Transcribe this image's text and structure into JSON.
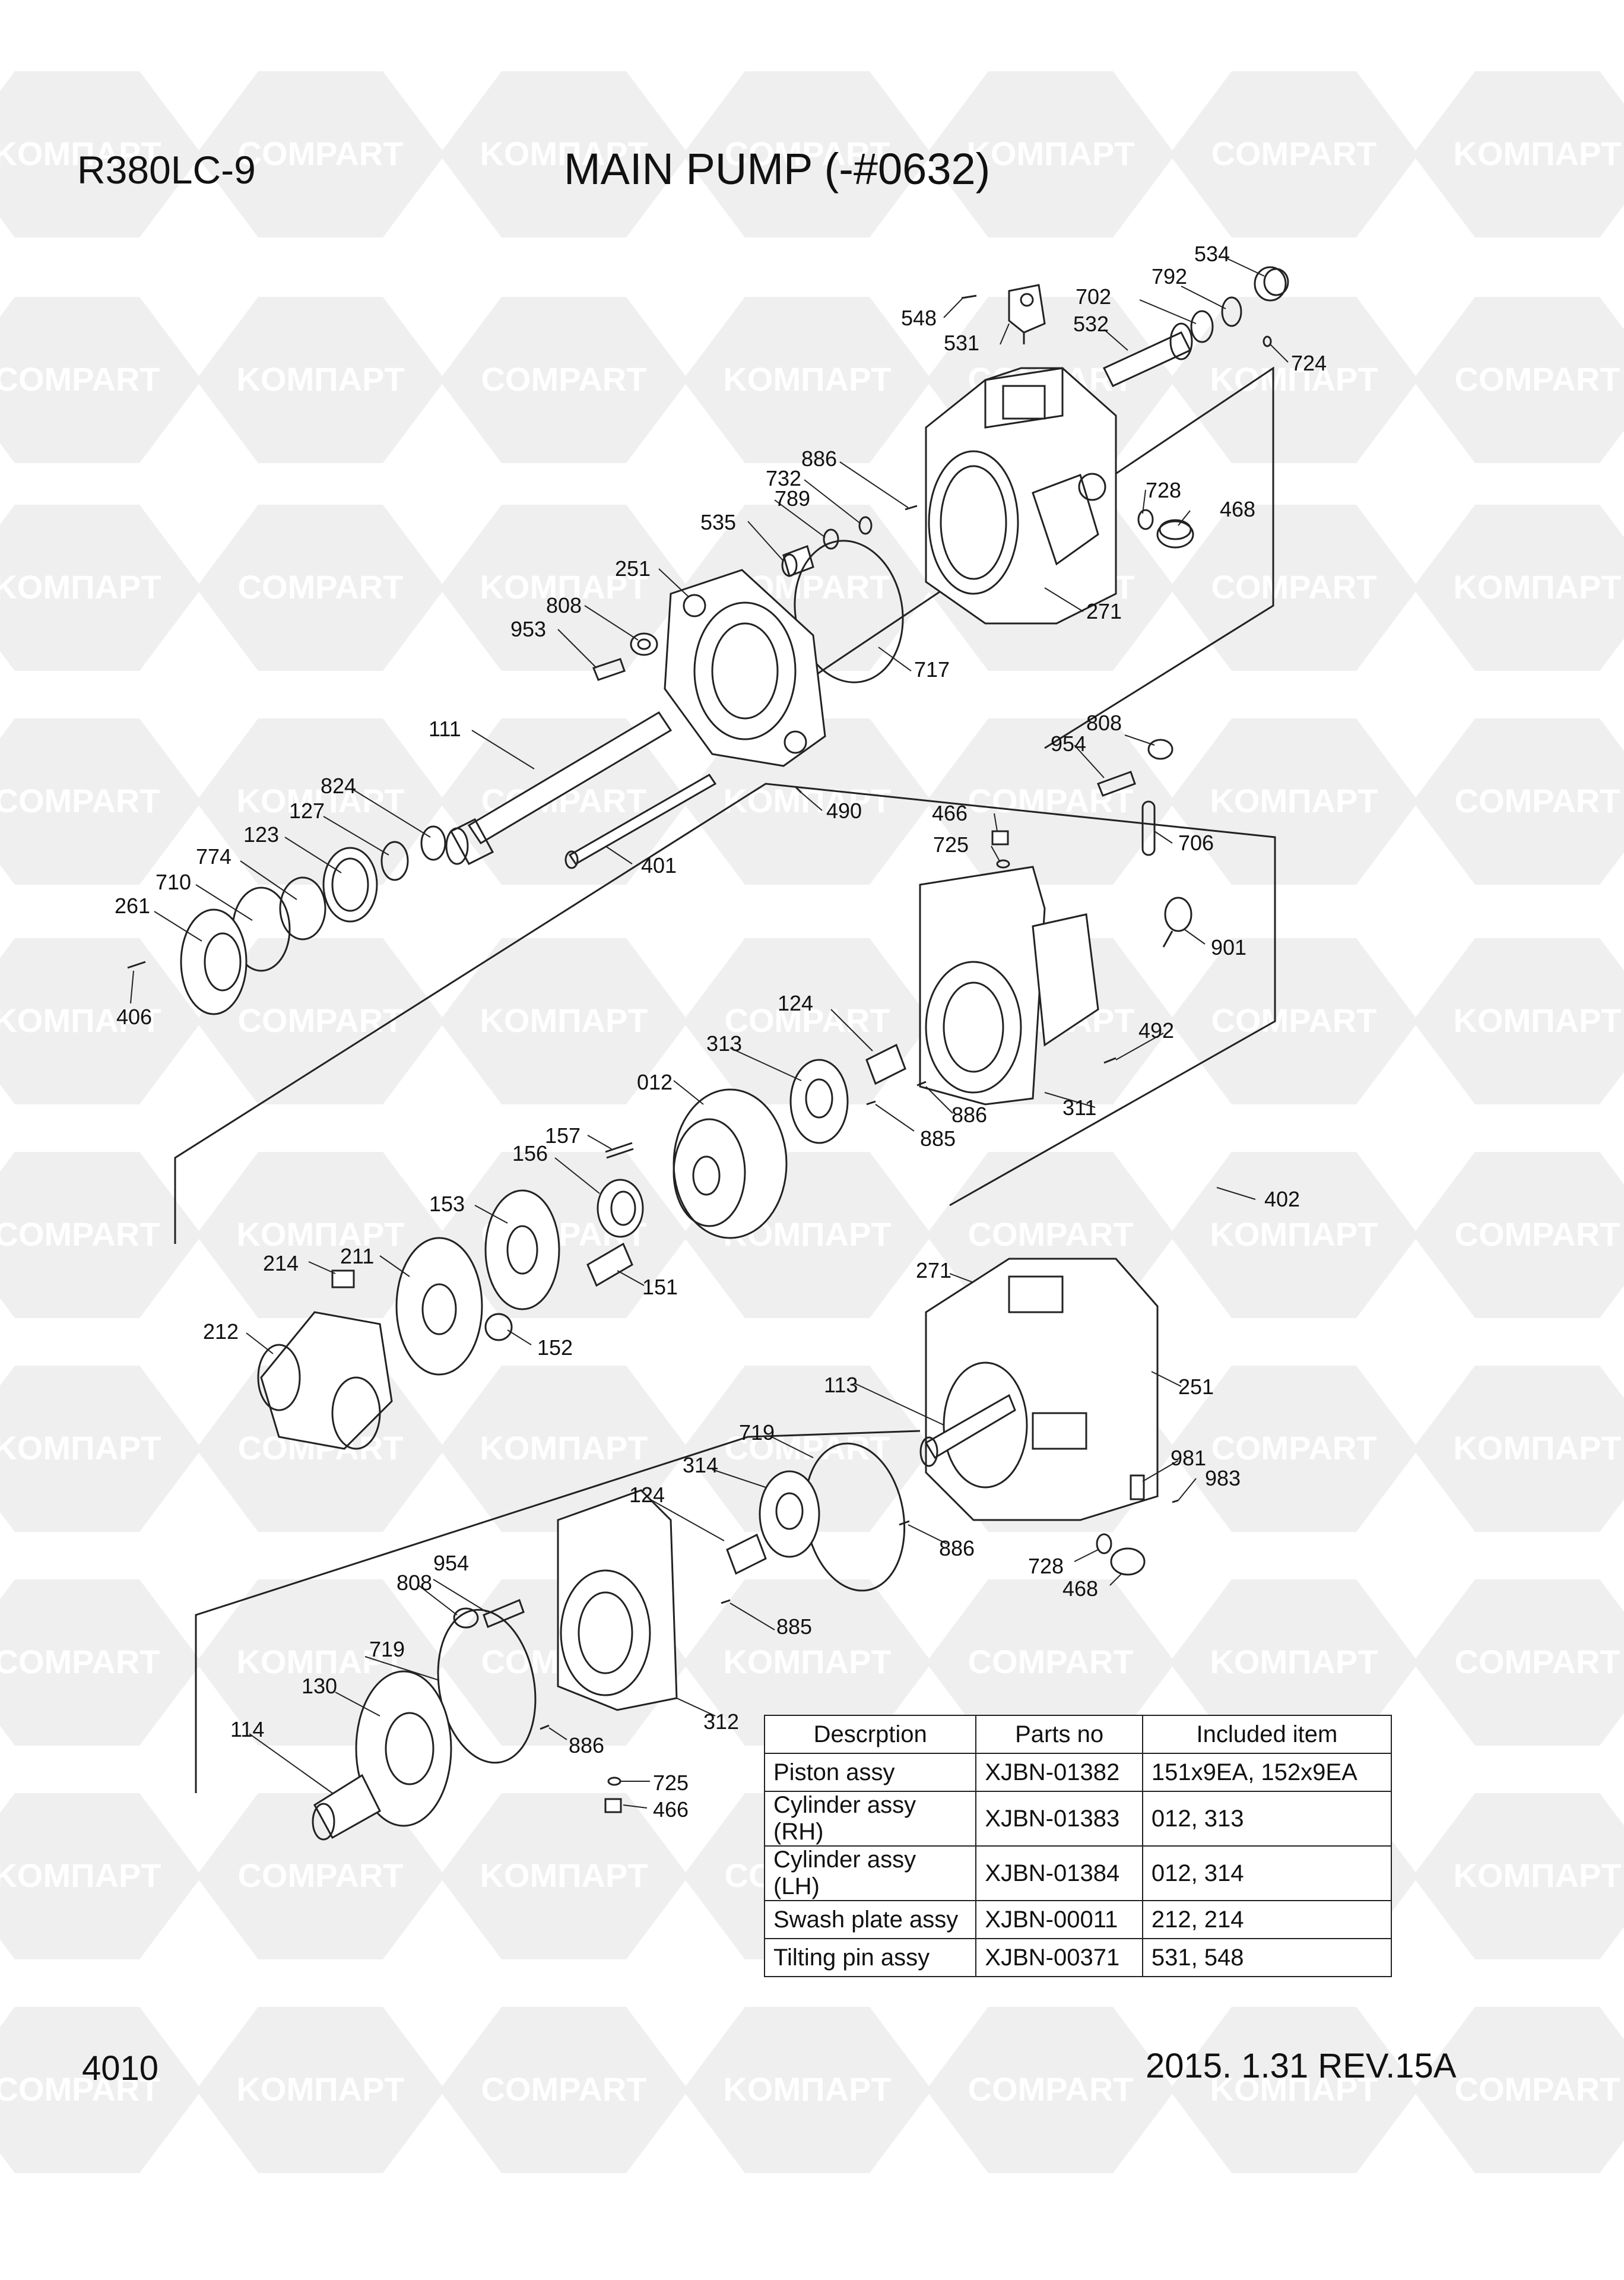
{
  "header": {
    "model": "R380LC-9",
    "title": "MAIN PUMP (-#0632)"
  },
  "footer": {
    "page_number": "4010",
    "date_revision": "2015. 1.31  REV.15A"
  },
  "watermark": {
    "text_left": "KOMΠAPT",
    "text_right": "COMPART"
  },
  "part_labels": [
    "548",
    "531",
    "534",
    "792",
    "702",
    "532",
    "724",
    "886",
    "732",
    "789",
    "535",
    "728",
    "468",
    "251",
    "808",
    "953",
    "717",
    "271",
    "111",
    "490",
    "401",
    "808",
    "954",
    "466",
    "725",
    "706",
    "824",
    "127",
    "123",
    "774",
    "710",
    "261",
    "406",
    "901",
    "124",
    "492",
    "313",
    "012",
    "886",
    "885",
    "311",
    "157",
    "156",
    "402",
    "153",
    "211",
    "214",
    "151",
    "152",
    "212",
    "271",
    "113",
    "251",
    "719",
    "314",
    "981",
    "983",
    "124",
    "886",
    "728",
    "468",
    "954",
    "808",
    "885",
    "719",
    "130",
    "886",
    "312",
    "114",
    "725",
    "466"
  ],
  "parts_table": {
    "headers": [
      "Descrption",
      "Parts no",
      "Included item"
    ],
    "rows": [
      [
        "Piston assy",
        "XJBN-01382",
        "151x9EA, 152x9EA"
      ],
      [
        "Cylinder assy (RH)",
        "XJBN-01383",
        "012, 313"
      ],
      [
        "Cylinder assy (LH)",
        "XJBN-01384",
        "012, 314"
      ],
      [
        "Swash plate assy",
        "XJBN-00011",
        "212, 214"
      ],
      [
        "Tilting pin assy",
        "XJBN-00371",
        "531, 548"
      ]
    ]
  }
}
